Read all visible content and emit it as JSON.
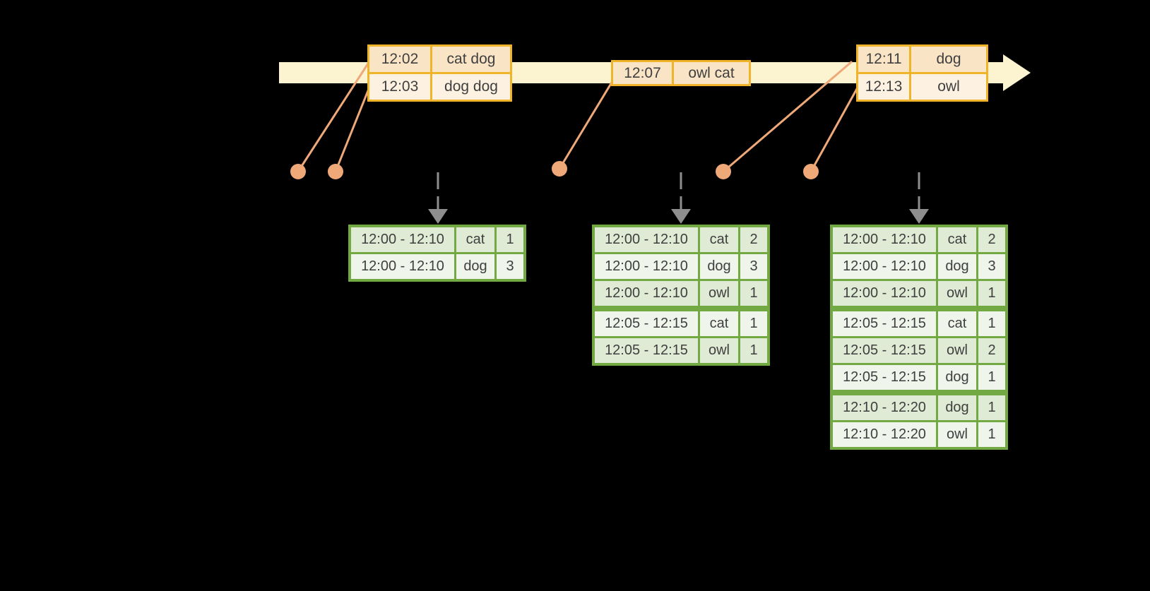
{
  "colors": {
    "background": "#000000",
    "timeline_fill": "#FCF3D1",
    "event_table_border": "#F0B42A",
    "event_row_dark": "#FAE4C6",
    "event_row_light": "#FDF2E1",
    "connector_and_dots": "#EFA878",
    "result_table_border": "#73A943",
    "result_row_dark": "#DFEBD5",
    "result_row_light": "#F0F5EC",
    "trigger_arrow": "#8E8E8E",
    "cell_text": "#3F3F3F"
  },
  "event_tables": [
    {
      "rows": [
        {
          "time": "12:02",
          "words": "cat dog"
        },
        {
          "time": "12:03",
          "words": "dog dog"
        }
      ]
    },
    {
      "rows": [
        {
          "time": "12:07",
          "words": "owl cat"
        }
      ]
    },
    {
      "rows": [
        {
          "time": "12:11",
          "words": "dog"
        },
        {
          "time": "12:13",
          "words": "owl"
        }
      ]
    }
  ],
  "result_tables": [
    {
      "rows": [
        {
          "window": "12:00 - 12:10",
          "word": "cat",
          "count": "1"
        },
        {
          "window": "12:00 - 12:10",
          "word": "dog",
          "count": "3"
        }
      ]
    },
    {
      "rows": [
        {
          "window": "12:00 - 12:10",
          "word": "cat",
          "count": "2"
        },
        {
          "window": "12:00 - 12:10",
          "word": "dog",
          "count": "3"
        },
        {
          "window": "12:00 - 12:10",
          "word": "owl",
          "count": "1"
        },
        {
          "window": "12:05 - 12:15",
          "word": "cat",
          "count": "1"
        },
        {
          "window": "12:05 - 12:15",
          "word": "owl",
          "count": "1"
        }
      ]
    },
    {
      "rows": [
        {
          "window": "12:00 - 12:10",
          "word": "cat",
          "count": "2"
        },
        {
          "window": "12:00 - 12:10",
          "word": "dog",
          "count": "3"
        },
        {
          "window": "12:00 - 12:10",
          "word": "owl",
          "count": "1"
        },
        {
          "window": "12:05 - 12:15",
          "word": "cat",
          "count": "1"
        },
        {
          "window": "12:05 - 12:15",
          "word": "owl",
          "count": "2"
        },
        {
          "window": "12:05 - 12:15",
          "word": "dog",
          "count": "1"
        },
        {
          "window": "12:10 - 12:20",
          "word": "dog",
          "count": "1"
        },
        {
          "window": "12:10 - 12:20",
          "word": "owl",
          "count": "1"
        }
      ]
    }
  ]
}
